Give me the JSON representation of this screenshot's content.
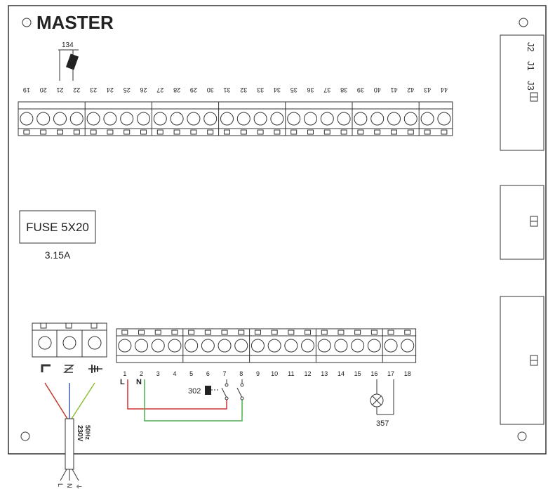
{
  "board": {
    "title": "MASTER",
    "fuse": {
      "label": "FUSE 5X20",
      "rating": "3.15A"
    },
    "connector_labels": [
      "J2",
      "J1",
      "J3"
    ]
  },
  "top_strip": {
    "terminals": [
      "19",
      "20",
      "21",
      "22",
      "23",
      "24",
      "25",
      "26",
      "27",
      "28",
      "29",
      "30",
      "31",
      "32",
      "33",
      "34",
      "35",
      "36",
      "37",
      "38",
      "39",
      "40",
      "41",
      "42",
      "43",
      "44"
    ],
    "accessory_label": "134"
  },
  "power_block": {
    "symbols": [
      "phase-icon",
      "neutral-icon",
      "earth-icon"
    ]
  },
  "bottom_strip": {
    "terminals": [
      "1",
      "2",
      "3",
      "4",
      "5",
      "6",
      "7",
      "8",
      "9",
      "10",
      "11",
      "12",
      "13",
      "14",
      "15",
      "16",
      "17",
      "18"
    ],
    "line_labels": [
      "L",
      "N"
    ],
    "switch_label": "302",
    "lamp_label": "357"
  },
  "cable": {
    "voltage": "230V",
    "frequency": "50Hz",
    "wire_labels": [
      "L",
      "N",
      "⏚"
    ]
  },
  "colors": {
    "board_stroke": "#333333",
    "phase_wire": "#c0392b",
    "neutral_wire": "#3a5fb0",
    "earth_wire": "#8dbf3a",
    "green_wire": "#4caf50",
    "red_wire": "#d03030"
  }
}
